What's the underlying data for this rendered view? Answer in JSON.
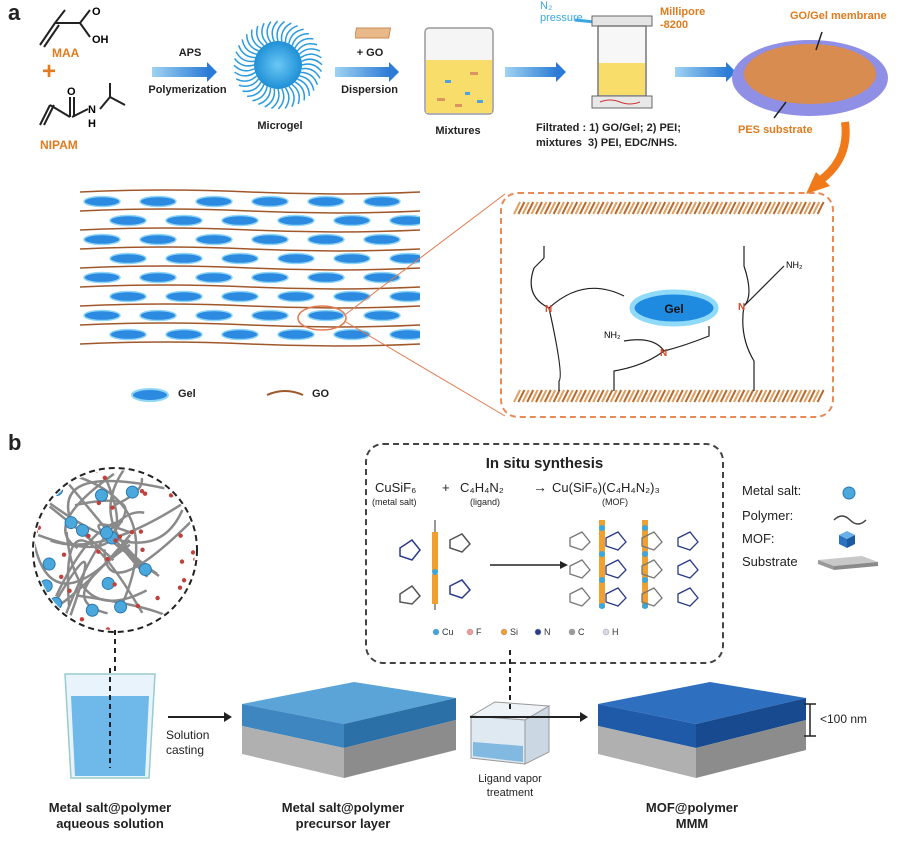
{
  "panel_a": {
    "letter": "a",
    "maa": "MAA",
    "nipam": "NIPAM",
    "plus": "+",
    "step1_top": "APS",
    "step1_bottom": "Polymerization",
    "microgel": "Microgel",
    "step2_top": "+ GO",
    "step2_bottom": "Dispersion",
    "mixtures": "Mixtures",
    "n2_pressure": "N₂\npressure",
    "millipore": "Millipore\n-8200",
    "filtrated_line1": "Filtrated : 1) GO/Gel; 2) PEI;",
    "filtrated_line2": "mixtures  3) PEI, EDC/NHS.",
    "membrane": "GO/Gel membrane",
    "substrate": "PES substrate",
    "legend_gel": "Gel",
    "legend_go": "GO",
    "gel_center": "Gel",
    "nh2": "NH₂",
    "n_label": "N"
  },
  "panel_b": {
    "letter": "b",
    "insitu_title": "In situ synthesis",
    "reactant1": "CuSiF₆",
    "reactant1_sub": "(metal salt)",
    "plus": "+",
    "reactant2": "C₄H₄N₂",
    "reactant2_sub": "(ligand)",
    "product": "Cu(SiF₆)(C₄H₄N₂)₃",
    "product_sub": "(MOF)",
    "atom_legend": [
      "Cu",
      "F",
      "Si",
      "N",
      "C",
      "H"
    ],
    "atom_colors": [
      "#3aa8e0",
      "#f29a9a",
      "#f0a030",
      "#2a3a8c",
      "#9a9a9a",
      "#d8d8e8"
    ],
    "legend_metal_salt": "Metal salt:",
    "legend_polymer": "Polymer:",
    "legend_mof": "MOF:",
    "legend_substrate": "Substrate",
    "solution_casting": "Solution\ncasting",
    "ligand_vapor": "Ligand vapor\ntreatment",
    "thickness": "<100 nm",
    "caption1": "Metal salt@polymer\naqueous solution",
    "caption2": "Metal salt@polymer\nprecursor layer",
    "caption3": "MOF@polymer\nMMM"
  }
}
